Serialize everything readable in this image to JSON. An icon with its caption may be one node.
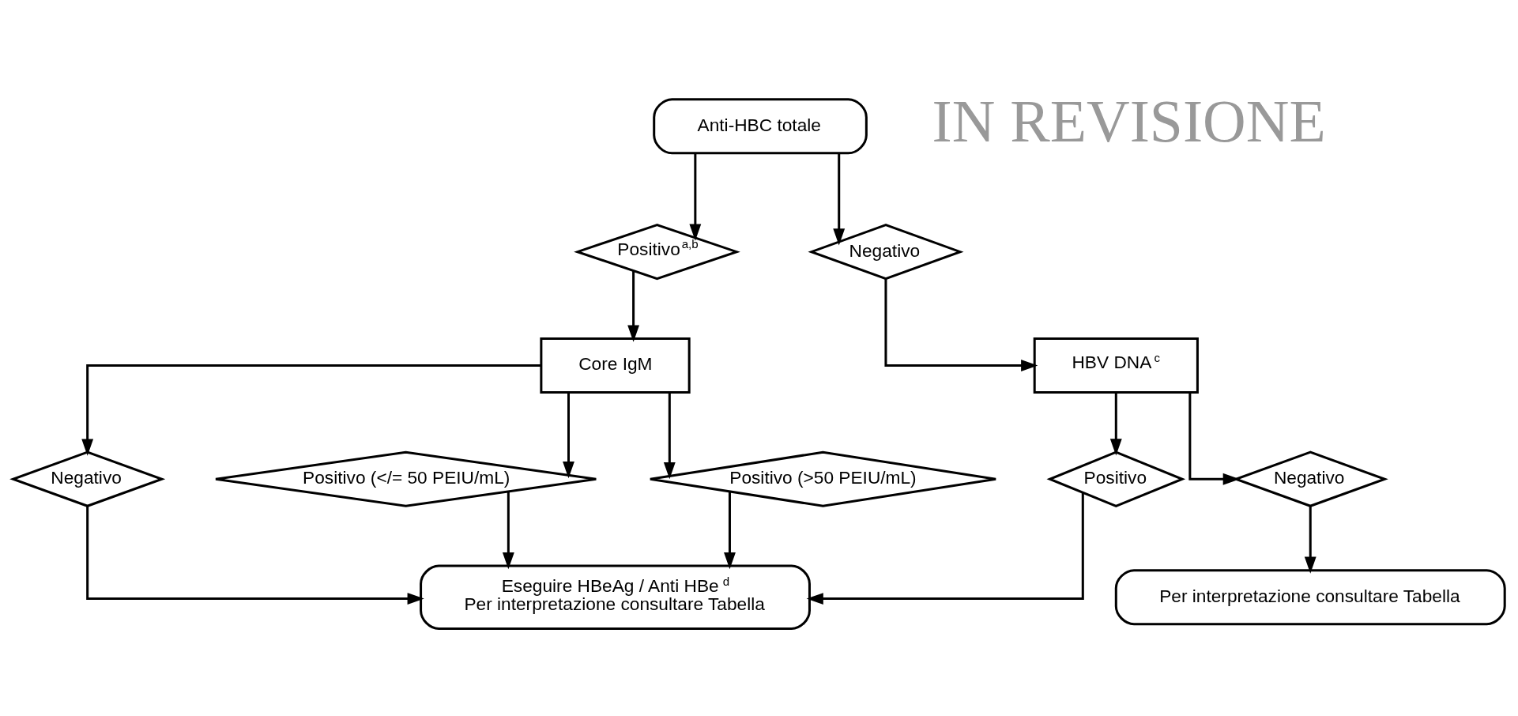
{
  "diagram": {
    "nodes": [
      {
        "text": [
          "Anti-HBC totale"
        ]
      },
      {
        "text": [
          "Positivo$^{a,b}$"
        ]
      },
      {
        "text": [
          "Negativo"
        ]
      },
      {
        "text": [
          "Core IgM"
        ]
      },
      {
        "text": [
          "HBV DNA$^{c}$"
        ]
      },
      {
        "text": [
          "Negativo"
        ]
      },
      {
        "text": [
          "Positivo (</= 50 PEIU/mL)"
        ]
      },
      {
        "text": [
          "Positivo (>50 PEIU/mL)"
        ]
      },
      {
        "text": [
          "Positivo"
        ]
      },
      {
        "text": [
          "Negativo"
        ]
      },
      {
        "text": [
          "Eseguire HBeAg / Anti HBe$^{d}$",
          "Per interpretazione consultare Tabella"
        ]
      },
      {
        "text": [
          "Per interpretazione consultare Tabella"
        ]
      }
    ],
    "edges": [
      {
        "from": 0,
        "to": 1,
        "arrow": "to"
      },
      {
        "from": 0,
        "to": 2,
        "arrow": "to"
      },
      {
        "from": 1,
        "to": 3,
        "arrow": "to"
      },
      {
        "from": 2,
        "to": 4,
        "arrow": "to"
      },
      {
        "from": 3,
        "to": 5,
        "arrow": "to"
      },
      {
        "from": 3,
        "to": 6,
        "arrow": "to"
      },
      {
        "from": 3,
        "to": 7,
        "arrow": "to"
      },
      {
        "from": 4,
        "to": 8,
        "arrow": "to"
      },
      {
        "from": 4,
        "to": 9,
        "arrow": "to"
      },
      {
        "from": 5,
        "to": 10,
        "arrow": "to"
      },
      {
        "from": 6,
        "to": 10,
        "arrow": "to"
      },
      {
        "from": 7,
        "to": 10,
        "arrow": "to"
      },
      {
        "from": 8,
        "to": 10,
        "arrow": "to"
      },
      {
        "from": 9,
        "to": 11,
        "arrow": "to"
      }
    ],
    "labels": [
      "IN REVISIONE"
    ]
  }
}
